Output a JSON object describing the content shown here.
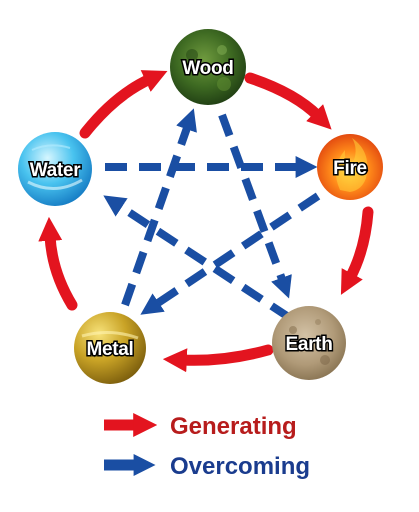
{
  "elements": {
    "wood": {
      "label": "Wood"
    },
    "fire": {
      "label": "Fire"
    },
    "earth": {
      "label": "Earth"
    },
    "metal": {
      "label": "Metal"
    },
    "water": {
      "label": "Water"
    }
  },
  "legend": {
    "generating": {
      "label": "Generating",
      "color": "#e3141f",
      "text_color": "#b71c1c"
    },
    "overcoming": {
      "label": "Overcoming",
      "color": "#1a4ea3",
      "text_color": "#1a3c8e"
    }
  }
}
